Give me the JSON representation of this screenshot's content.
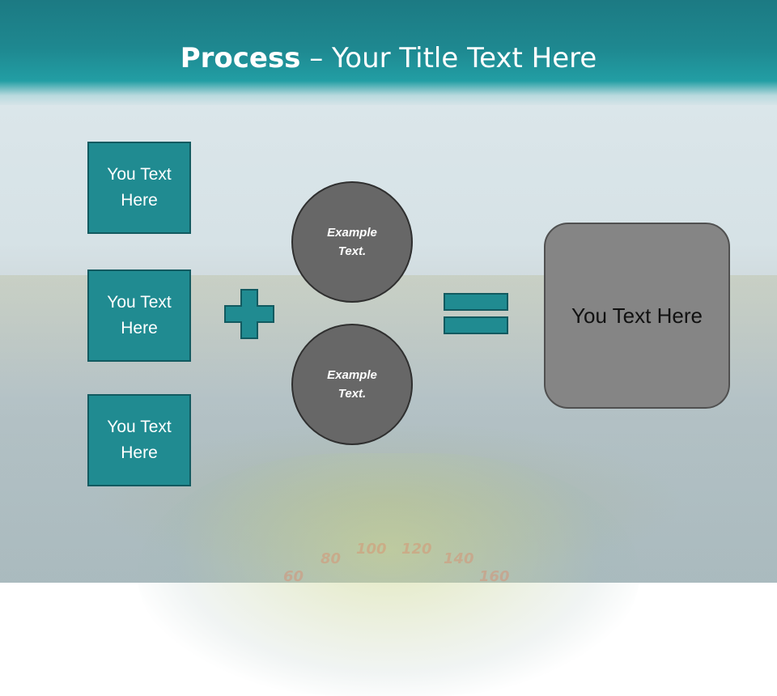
{
  "slide": {
    "title_bold": "Process",
    "title_rest": " – Your Title Text Here"
  },
  "left_boxes": [
    {
      "label": "You Text Here"
    },
    {
      "label": "You Text Here"
    },
    {
      "label": "You Text Here"
    }
  ],
  "circles": [
    {
      "label": "Example Text."
    },
    {
      "label": "Example Text."
    }
  ],
  "result": {
    "label": "You Text Here"
  },
  "icons": {
    "plus": "plus-icon",
    "equals": "equals-icon"
  },
  "background": {
    "gauge_numbers": [
      "60",
      "80",
      "100",
      "120",
      "140",
      "160"
    ]
  },
  "colors": {
    "header": "#1e8890",
    "teal_box": "#208b91",
    "circle": "#676767",
    "result_box": "#858585"
  }
}
